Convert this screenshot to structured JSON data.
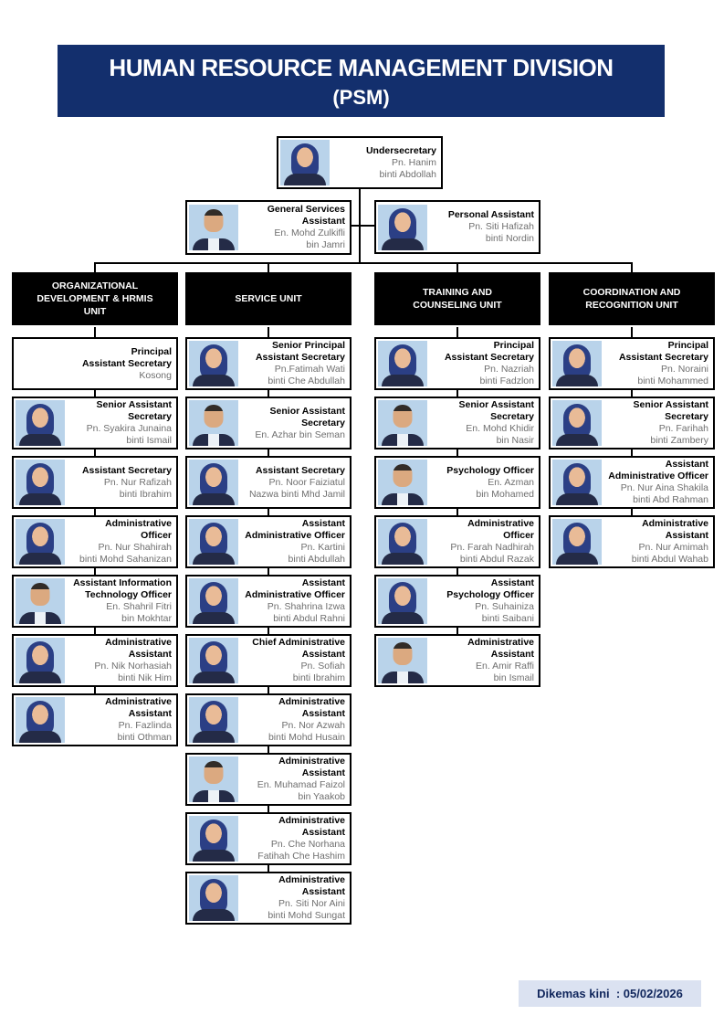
{
  "banner": {
    "line1": "HUMAN RESOURCE MANAGEMENT DIVISION",
    "line2": "(PSM)"
  },
  "leadership": {
    "undersecretary": {
      "title": "Undersecretary",
      "name": "Pn. Hanim\nbinti Abdollah",
      "photo": "female"
    },
    "general_services_assistant": {
      "title": "General Services\nAssistant",
      "name": "En. Mohd Zulkifli\nbin Jamri",
      "photo": "male"
    },
    "personal_assistant": {
      "title": "Personal Assistant",
      "name": "Pn. Siti Hafizah\nbinti Nordin",
      "photo": "female"
    }
  },
  "units": [
    {
      "name": "ORGANIZATIONAL\nDEVELOPMENT & HRMIS\nUNIT",
      "members": [
        {
          "title": "Principal\nAssistant Secretary",
          "name": "Kosong",
          "photo": "none"
        },
        {
          "title": "Senior Assistant\nSecretary",
          "name": "Pn. Syakira Junaina\nbinti Ismail",
          "photo": "female"
        },
        {
          "title": "Assistant Secretary",
          "name": "Pn. Nur Rafizah\nbinti Ibrahim",
          "photo": "female"
        },
        {
          "title": "Administrative\nOfficer",
          "name": "Pn. Nur Shahirah\nbinti Mohd Sahanizan",
          "photo": "female"
        },
        {
          "title": "Assistant Information\nTechnology Officer",
          "name": "En. Shahril Fitri\nbin Mokhtar",
          "photo": "male"
        },
        {
          "title": "Administrative\nAssistant",
          "name": "Pn. Nik Norhasiah\nbinti Nik Him",
          "photo": "female"
        },
        {
          "title": "Administrative\nAssistant",
          "name": "Pn. Fazlinda\nbinti Othman",
          "photo": "female"
        }
      ]
    },
    {
      "name": "SERVICE UNIT",
      "members": [
        {
          "title": "Senior Principal\nAssistant Secretary",
          "name": "Pn.Fatimah Wati\nbinti Che Abdullah",
          "photo": "female"
        },
        {
          "title": "Senior Assistant\nSecretary",
          "name": "En. Azhar bin Seman",
          "photo": "male"
        },
        {
          "title": "Assistant Secretary",
          "name": "Pn. Noor Faiziatul\nNazwa binti Mhd Jamil",
          "photo": "female"
        },
        {
          "title": "Assistant\nAdministrative Officer",
          "name": "Pn. Kartini\nbinti Abdullah",
          "photo": "female"
        },
        {
          "title": "Assistant\nAdministrative Officer",
          "name": "Pn. Shahrina Izwa\nbinti Abdul Rahni",
          "photo": "female"
        },
        {
          "title": "Chief Administrative\nAssistant",
          "name": "Pn. Sofiah\nbinti Ibrahim",
          "photo": "female"
        },
        {
          "title": "Administrative\nAssistant",
          "name": "Pn. Nor Azwah\nbinti Mohd Husain",
          "photo": "female"
        },
        {
          "title": "Administrative\nAssistant",
          "name": "En. Muhamad Faizol\nbin Yaakob",
          "photo": "male"
        },
        {
          "title": "Administrative\nAssistant",
          "name": "Pn. Che Norhana\nFatihah Che Hashim",
          "photo": "female"
        },
        {
          "title": "Administrative\nAssistant",
          "name": "Pn. Siti Nor Aini\nbinti Mohd Sungat",
          "photo": "female"
        }
      ]
    },
    {
      "name": "TRAINING AND\nCOUNSELING UNIT",
      "members": [
        {
          "title": "Principal\nAssistant Secretary",
          "name": "Pn. Nazriah\nbinti Fadzlon",
          "photo": "female"
        },
        {
          "title": "Senior Assistant\nSecretary",
          "name": "En. Mohd Khidir\nbin Nasir",
          "photo": "male"
        },
        {
          "title": "Psychology Officer",
          "name": "En. Azman\nbin Mohamed",
          "photo": "male"
        },
        {
          "title": "Administrative\nOfficer",
          "name": "Pn. Farah Nadhirah\nbinti Abdul Razak",
          "photo": "female"
        },
        {
          "title": "Assistant\nPsychology Officer",
          "name": "Pn. Suhainiza\nbinti Saibani",
          "photo": "female"
        },
        {
          "title": "Administrative\nAssistant",
          "name": "En. Amir Raffi\nbin Ismail",
          "photo": "male"
        }
      ]
    },
    {
      "name": "COORDINATION AND\nRECOGNITION UNIT",
      "members": [
        {
          "title": "Principal\nAssistant Secretary",
          "name": "Pn. Noraini\nbinti Mohammed",
          "photo": "female"
        },
        {
          "title": "Senior Assistant\nSecretary",
          "name": "Pn. Farihah\nbinti Zambery",
          "photo": "female"
        },
        {
          "title": "Assistant\nAdministrative Officer",
          "name": "Pn. Nur Aina Shakila\nbinti Abd Rahman",
          "photo": "female"
        },
        {
          "title": "Administrative\nAssistant",
          "name": "Pn. Nur Amimah\nbinti Abdul Wahab",
          "photo": "female"
        }
      ]
    }
  ],
  "footer": {
    "updated": "Dikemas kini  : 05/02/2026"
  },
  "colors": {
    "banner_bg": "#132f6d",
    "unit_header_bg": "#000000",
    "box_border": "#000000",
    "name_text": "#6f6f6f",
    "photo_bg": "#b9d3ea",
    "footer_bg": "#dbe2f1",
    "footer_text": "#10265c"
  }
}
